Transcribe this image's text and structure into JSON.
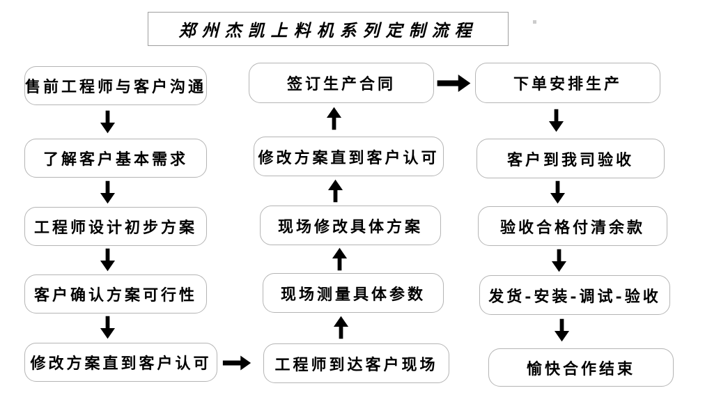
{
  "title": {
    "text": "郑州杰凯上料机系列定制流程"
  },
  "columns": [
    {
      "name": "left",
      "flow": "top-down",
      "boxes": [
        {
          "label": "售前工程师与客户沟通"
        },
        {
          "label": "了解客户基本需求"
        },
        {
          "label": "工程师设计初步方案"
        },
        {
          "label": "客户确认方案可行性"
        },
        {
          "label": "修改方案直到客户认可"
        }
      ]
    },
    {
      "name": "middle",
      "flow": "bottom-up",
      "boxes": [
        {
          "label": "签订生产合同"
        },
        {
          "label": "修改方案直到客户认可"
        },
        {
          "label": "现场修改具体方案"
        },
        {
          "label": "现场测量具体参数"
        },
        {
          "label": "工程师到达客户现场"
        }
      ]
    },
    {
      "name": "right",
      "flow": "top-down",
      "boxes": [
        {
          "label": "下单安排生产"
        },
        {
          "label": "客户到我司验收"
        },
        {
          "label": "验收合格付清余款"
        },
        {
          "label": "发货-安装-调试-验收"
        },
        {
          "label": "愉快合作结束"
        }
      ]
    }
  ],
  "connectors": [
    {
      "from": "售前工程师与客户沟通",
      "to": "了解客户基本需求",
      "direction": "down"
    },
    {
      "from": "了解客户基本需求",
      "to": "工程师设计初步方案",
      "direction": "down"
    },
    {
      "from": "工程师设计初步方案",
      "to": "客户确认方案可行性",
      "direction": "down"
    },
    {
      "from": "客户确认方案可行性",
      "to": "修改方案直到客户认可",
      "direction": "down"
    },
    {
      "from": "修改方案直到客户认可",
      "to": "工程师到达客户现场",
      "direction": "right"
    },
    {
      "from": "工程师到达客户现场",
      "to": "现场测量具体参数",
      "direction": "up"
    },
    {
      "from": "现场测量具体参数",
      "to": "现场修改具体方案",
      "direction": "up"
    },
    {
      "from": "现场修改具体方案",
      "to": "修改方案直到客户认可",
      "direction": "up"
    },
    {
      "from": "修改方案直到客户认可",
      "to": "签订生产合同",
      "direction": "up"
    },
    {
      "from": "签订生产合同",
      "to": "下单安排生产",
      "direction": "right"
    },
    {
      "from": "下单安排生产",
      "to": "客户到我司验收",
      "direction": "down"
    },
    {
      "from": "客户到我司验收",
      "to": "验收合格付清余款",
      "direction": "down"
    },
    {
      "from": "验收合格付清余款",
      "to": "发货-安装-调试-验收",
      "direction": "down"
    },
    {
      "from": "发货-安装-调试-验收",
      "to": "愉快合作结束",
      "direction": "down"
    }
  ],
  "colors": {
    "box_border": "#b4b4b4",
    "title_border": "#9e9e9e",
    "arrow_stroke": "#000000",
    "text_color": "#000000",
    "page_bg": "#ffffff"
  }
}
